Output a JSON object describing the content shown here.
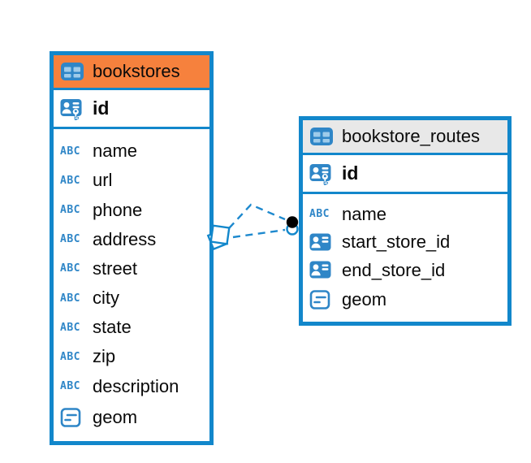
{
  "colors": {
    "table_border": "#1287CB",
    "bookstores_header": "#F6813D",
    "routes_header": "#E8E8E8",
    "icon_blue": "#2F86C7",
    "icon_cell_light": "#9ECBEA",
    "field_text": "#0A0A0A",
    "relationship_line": "#1E89CE",
    "relationship_dot": "#000000"
  },
  "icon_glyphs": {
    "text_type": "ABC"
  },
  "tables": [
    {
      "title": "bookstores",
      "header_style": "orange",
      "fields": [
        {
          "name": "id",
          "icon": "primary-key-icon"
        },
        {
          "name": "name",
          "icon": "text-type-icon"
        },
        {
          "name": "url",
          "icon": "text-type-icon"
        },
        {
          "name": "phone",
          "icon": "text-type-icon"
        },
        {
          "name": "address",
          "icon": "text-type-icon"
        },
        {
          "name": "street",
          "icon": "text-type-icon"
        },
        {
          "name": "city",
          "icon": "text-type-icon"
        },
        {
          "name": "state",
          "icon": "text-type-icon"
        },
        {
          "name": "zip",
          "icon": "text-type-icon"
        },
        {
          "name": "description",
          "icon": "text-type-icon"
        },
        {
          "name": "geom",
          "icon": "geometry-type-icon"
        }
      ]
    },
    {
      "title": "bookstore_routes",
      "header_style": "gray",
      "fields": [
        {
          "name": "id",
          "icon": "primary-key-icon"
        },
        {
          "name": "name",
          "icon": "text-type-icon"
        },
        {
          "name": "start_store_id",
          "icon": "foreign-key-icon"
        },
        {
          "name": "end_store_id",
          "icon": "foreign-key-icon"
        },
        {
          "name": "geom",
          "icon": "geometry-type-icon"
        }
      ]
    }
  ],
  "relationship": {
    "from": "bookstores",
    "to": "bookstore_routes",
    "line_style": "dashed"
  }
}
